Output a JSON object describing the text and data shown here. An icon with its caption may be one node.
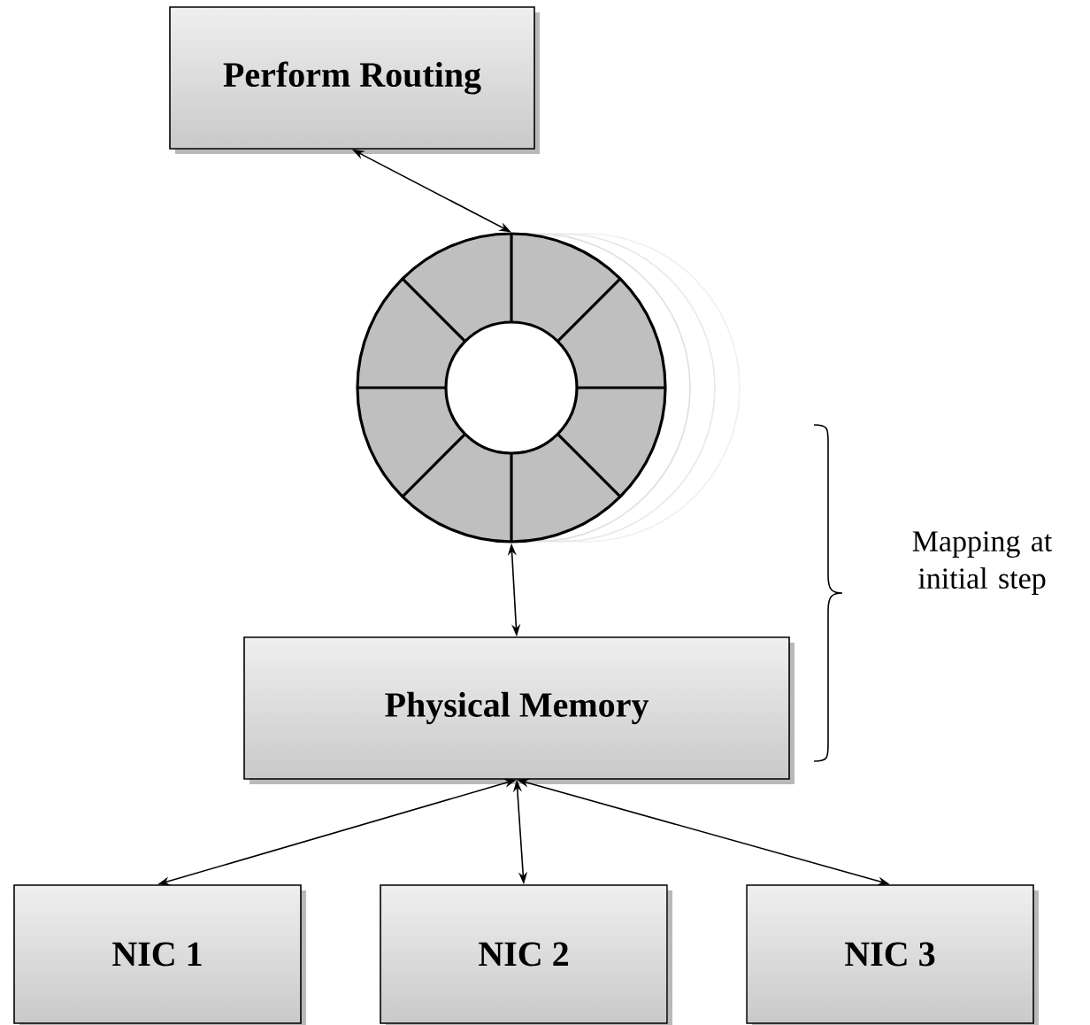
{
  "diagram": {
    "nodes": [
      {
        "text": [
          "Perform Routing"
        ]
      },
      {
        "text": [],
        "shape": "circle"
      },
      {
        "text": [
          "Physical Memory"
        ]
      },
      {
        "text": [
          "NIC 1"
        ]
      },
      {
        "text": [
          "NIC 2"
        ]
      },
      {
        "text": [
          "NIC 3"
        ]
      }
    ],
    "edges": [
      {
        "from": 0,
        "to": 1,
        "arrow": "both"
      },
      {
        "from": 1,
        "to": 2,
        "arrow": "both"
      },
      {
        "from": 2,
        "to": 3,
        "arrow": "both"
      },
      {
        "from": 2,
        "to": 4,
        "arrow": "both"
      },
      {
        "from": 2,
        "to": 5,
        "arrow": "both"
      }
    ],
    "labels": [
      "Mapping at initial step"
    ]
  }
}
